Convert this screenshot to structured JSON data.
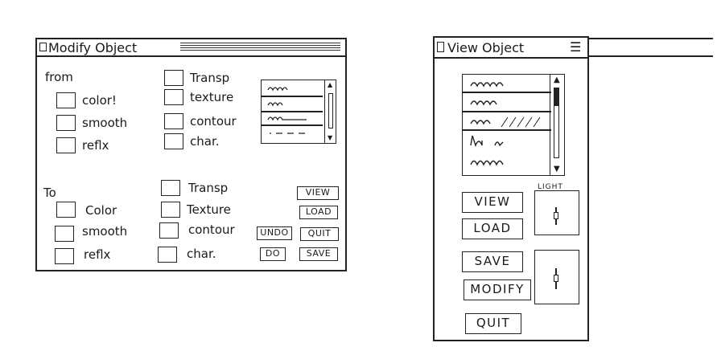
{
  "modify_window": {
    "title": "Modify Object",
    "from_label": "from",
    "to_label": "To",
    "from_checks": {
      "color": "color!",
      "smooth": "smooth",
      "reflx": "reflx",
      "transp": "Transp",
      "texture": "texture",
      "contour": "contour",
      "char": "char."
    },
    "to_checks": {
      "color": "Color",
      "smooth": "smooth",
      "reflx": "reflx",
      "transp": "Transp",
      "texture": "Texture",
      "contour": "contour",
      "char": "char."
    },
    "buttons": {
      "view": "VIEW",
      "load": "LOAD",
      "undo": "UNDO",
      "quit": "QUIT",
      "do": "DO",
      "save": "SAVE"
    },
    "scroll_arrows": {
      "up": "▲",
      "down": "▼"
    }
  },
  "view_window": {
    "title": "View Object",
    "menu_glyph": "☰",
    "buttons": {
      "view": "VIEW",
      "load": "LOAD",
      "save": "SAVE",
      "modify": "MODIFY",
      "quit": "QUIT"
    },
    "light_label": "LIGHT",
    "scroll_arrows": {
      "up": "▲",
      "down": "▼"
    }
  }
}
